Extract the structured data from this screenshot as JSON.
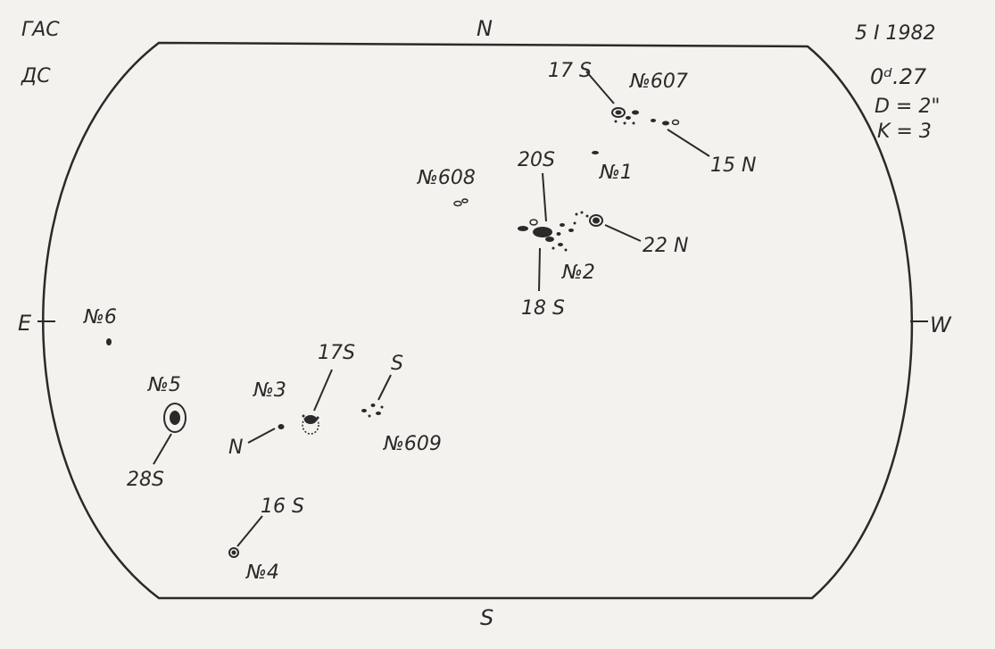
{
  "header": {
    "observatory_line1": "ГАС",
    "observatory_line2": "ДС",
    "date": "5  I  1982",
    "time": "0ᵈ.27",
    "d_value": "D = 2\"",
    "k_value": "K = 3"
  },
  "compass": {
    "north": "N",
    "south": "S",
    "east": "E",
    "west": "W"
  },
  "labels": {
    "g607": "№607",
    "g607_p": "17 S",
    "g607_f": "15 N",
    "g1": "№1",
    "g608": "№608",
    "g2": "№2",
    "g2_a": "20S",
    "g2_b": "18 S",
    "g2_c": "22 N",
    "g6": "№6",
    "g5": "№5",
    "g5_field": "28S",
    "g3": "№3",
    "g3_p": "N",
    "g3_f": "17S",
    "g609": "№609",
    "g609_pol": "S",
    "g4": "№4",
    "g4_field": "16 S"
  },
  "colors": {
    "ink": "#2a2a2a",
    "paper": "#f3f2ee"
  }
}
